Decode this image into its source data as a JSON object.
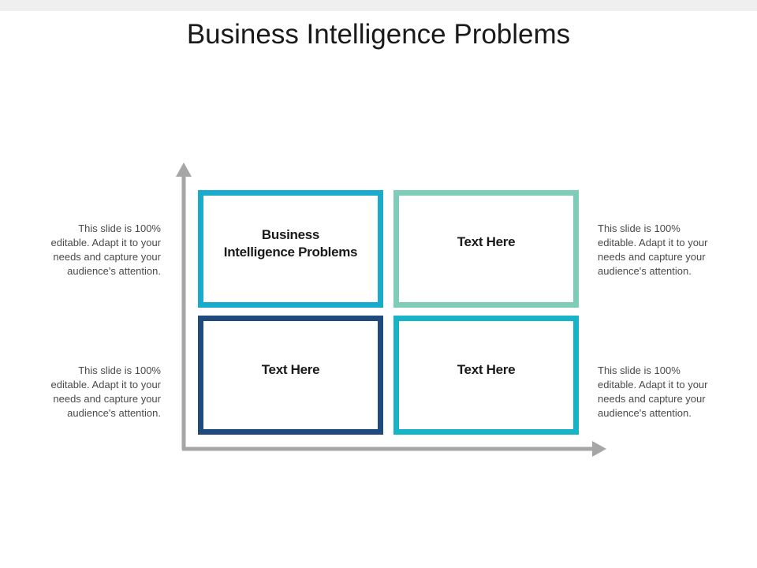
{
  "slide": {
    "title": "Business Intelligence Problems"
  },
  "colors": {
    "teal_blue": "#1aaacb",
    "mint": "#7ecdb9",
    "navy": "#1f4a7d",
    "cyan": "#17b4c8",
    "axis_gray": "#a6a6a6",
    "text_dark": "#1a1a1a",
    "text_gray": "#4a4a4a"
  },
  "quadrants": {
    "top_left": "Business\nIntelligence Problems",
    "top_right": "Text Here",
    "bottom_left": "Text Here",
    "bottom_right": "Text Here"
  },
  "notes": {
    "top_left": "This slide is 100%\neditable. Adapt it to your\nneeds and capture your\naudience's attention.",
    "bottom_left": "This slide is 100%\neditable. Adapt it to your\nneeds and capture your\naudience's attention.",
    "top_right": "This slide is 100%\neditable. Adapt it to your\nneeds and capture your\naudience's attention.",
    "bottom_right": "This slide is 100%\neditable. Adapt it to your\nneeds and capture your\naudience's attention."
  }
}
